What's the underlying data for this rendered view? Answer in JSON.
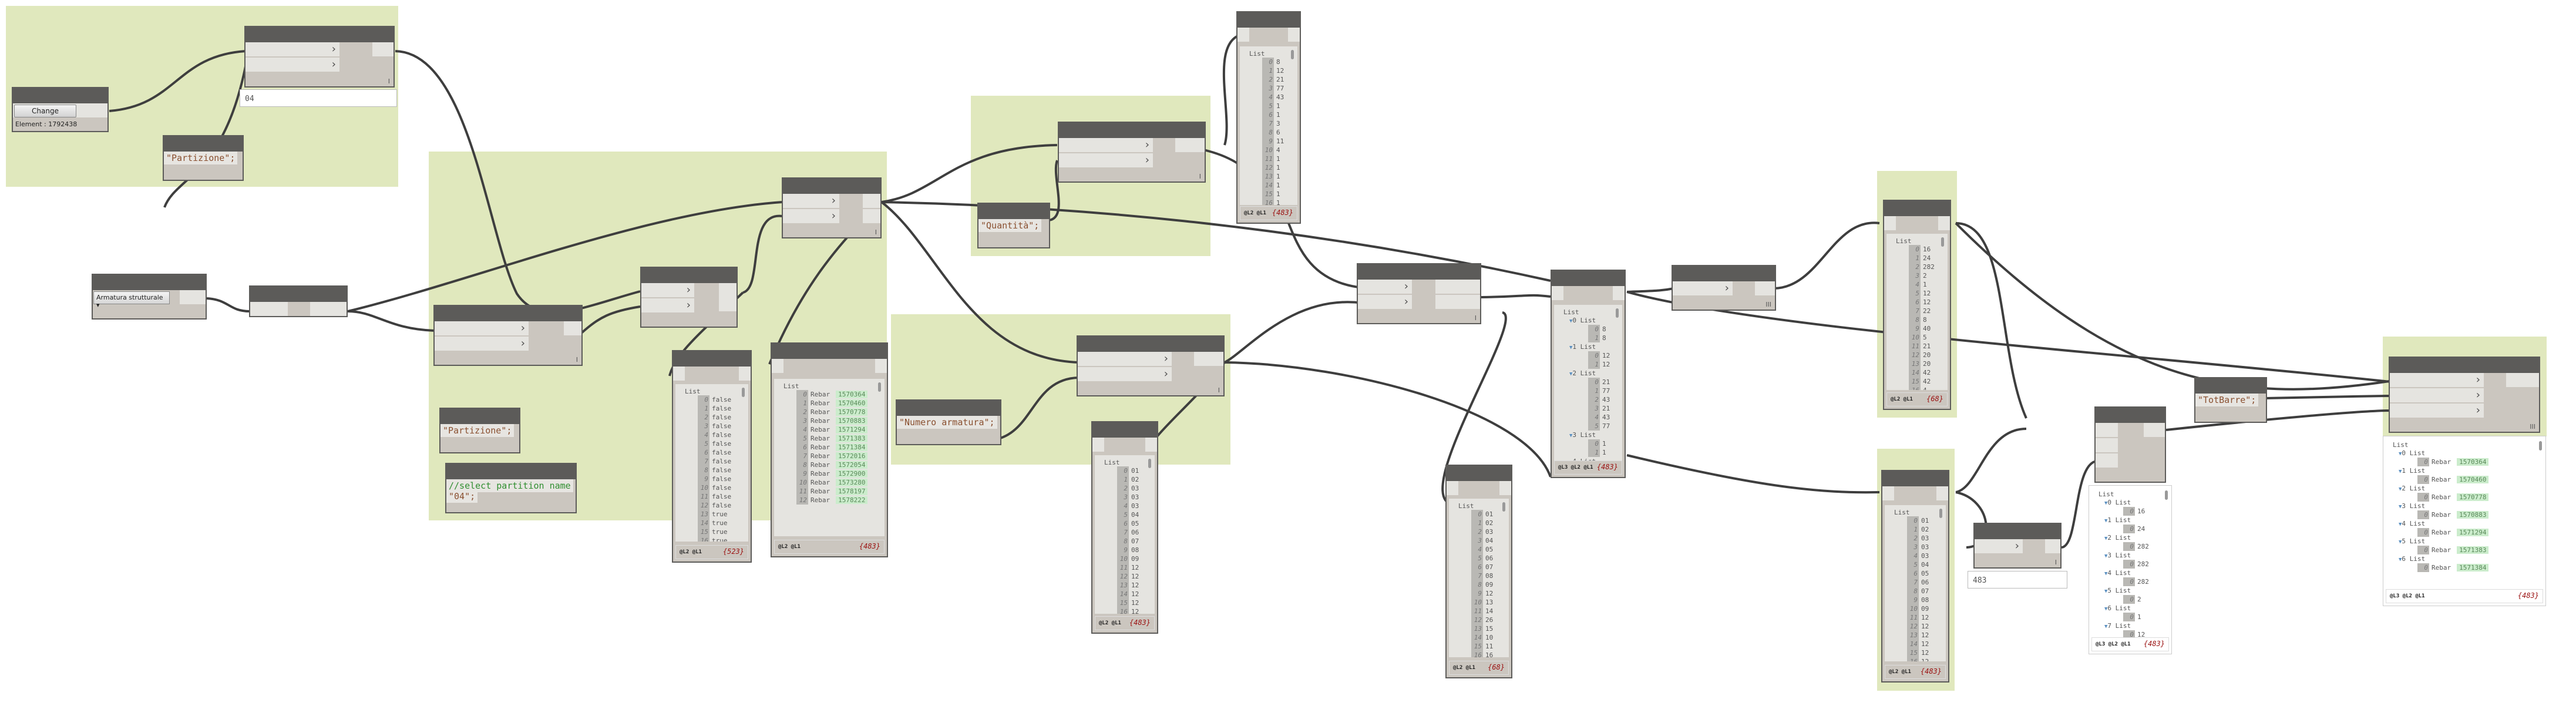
{
  "canvas": {
    "app": "Dynamo",
    "group_color": "#e0e8bd",
    "node_header_color": "#5c5b59",
    "count_color": "#9b1111",
    "rebar_id_bg": "#cbeccc"
  },
  "select_element": {
    "button_label": "Change",
    "element_text": "Element : 1792438"
  },
  "category_dropdown": {
    "selected": "Armatura strutturale"
  },
  "code_blocks": {
    "partizione_top": "\"Partizione\";",
    "partizione_mid": "\"Partizione\";",
    "select_comment": "//select partition name",
    "select_value": "\"04\";",
    "quantita": "\"Quantità\";",
    "numero_armatura": "\"Numero armatura\";",
    "totbarre": "\"TotBarre\";"
  },
  "previews": {
    "partition_value": "04",
    "count_value": "483"
  },
  "watches": {
    "bool_mask": {
      "title": "List",
      "items": [
        "false",
        "false",
        "false",
        "false",
        "false",
        "false",
        "false",
        "false",
        "false",
        "false",
        "false",
        "false",
        "false",
        "true",
        "true",
        "true",
        "true"
      ],
      "levels": "@L2 @L1",
      "count": "{523}"
    },
    "rebars": {
      "title": "List",
      "type_label": "Rebar",
      "items": [
        "1570364",
        "1570460",
        "1570778",
        "1570883",
        "1571294",
        "1571383",
        "1571384",
        "1572016",
        "1572054",
        "1572900",
        "1573280",
        "1578197",
        "1578222"
      ],
      "levels": "@L2 @L1",
      "count": "{483}"
    },
    "quantities": {
      "title": "List",
      "items": [
        "8",
        "12",
        "21",
        "77",
        "43",
        "1",
        "1",
        "3",
        "6",
        "11",
        "4",
        "1",
        "1",
        "1",
        "1",
        "1",
        "1"
      ],
      "levels": "@L2 @L1",
      "count": "{483}"
    },
    "numbers_a": {
      "title": "List",
      "items": [
        "01",
        "02",
        "03",
        "03",
        "03",
        "04",
        "05",
        "06",
        "07",
        "08",
        "09",
        "12",
        "12",
        "12",
        "12",
        "12",
        "12"
      ],
      "levels": "@L2 @L1",
      "count": "{483}"
    },
    "grouped_qty": {
      "title": "List",
      "sublist_label": "List",
      "groups": [
        {
          "index": "0",
          "values": [
            "8",
            "8"
          ]
        },
        {
          "index": "1",
          "values": [
            "12",
            "12"
          ]
        },
        {
          "index": "2",
          "values": [
            "21",
            "77",
            "43",
            "21",
            "43",
            "77"
          ]
        },
        {
          "index": "3",
          "values": [
            "1",
            "1"
          ]
        },
        {
          "index": "4",
          "values": []
        }
      ],
      "levels": "@L3 @L2 @L1",
      "count": "{483}"
    },
    "unique_numbers": {
      "title": "List",
      "items": [
        "01",
        "02",
        "03",
        "04",
        "05",
        "06",
        "07",
        "08",
        "09",
        "12",
        "13",
        "14",
        "26",
        "15",
        "10",
        "11",
        "16"
      ],
      "levels": "@L2 @L1",
      "count": "{68}"
    },
    "sums": {
      "title": "List",
      "items": [
        "16",
        "24",
        "282",
        "2",
        "1",
        "12",
        "12",
        "22",
        "8",
        "40",
        "5",
        "21",
        "20",
        "20",
        "42",
        "42",
        "4"
      ],
      "levels": "@L2 @L1",
      "count": "{68}"
    },
    "numbers_b": {
      "title": "List",
      "items": [
        "01",
        "02",
        "03",
        "03",
        "03",
        "04",
        "05",
        "06",
        "07",
        "08",
        "09",
        "12",
        "12",
        "12",
        "12",
        "12",
        "12"
      ],
      "levels": "@L2 @L1",
      "count": "{483}"
    },
    "mapped_sums": {
      "title": "List",
      "sublist_label": "List",
      "groups": [
        {
          "index": "0",
          "values": [
            "16"
          ]
        },
        {
          "index": "1",
          "values": [
            "24"
          ]
        },
        {
          "index": "2",
          "values": [
            "282"
          ]
        },
        {
          "index": "3",
          "values": [
            "282"
          ]
        },
        {
          "index": "4",
          "values": [
            "282"
          ]
        },
        {
          "index": "5",
          "values": [
            "2"
          ]
        },
        {
          "index": "6",
          "values": [
            "1"
          ]
        },
        {
          "index": "7",
          "values": [
            "12"
          ]
        }
      ],
      "levels": "@L3 @L2 @L1",
      "count": "{483}"
    },
    "set_param_result": {
      "title": "List",
      "sublist_label": "List",
      "type_label": "Rebar",
      "groups": [
        {
          "index": "0",
          "values": [
            "1570364"
          ]
        },
        {
          "index": "1",
          "values": [
            "1570460"
          ]
        },
        {
          "index": "2",
          "values": [
            "1570778"
          ]
        },
        {
          "index": "3",
          "values": [
            "1570883"
          ]
        },
        {
          "index": "4",
          "values": [
            "1571294"
          ]
        },
        {
          "index": "5",
          "values": [
            "1571383"
          ]
        },
        {
          "index": "6",
          "values": [
            "1571384"
          ]
        }
      ],
      "levels": "@L3 @L2 @L1",
      "count": "{483}"
    }
  }
}
